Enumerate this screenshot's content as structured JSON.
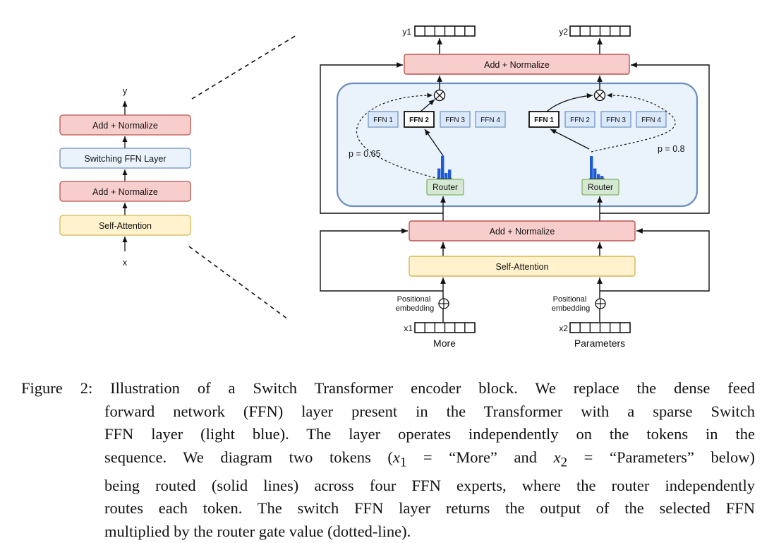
{
  "left_stack": {
    "output_label": "y",
    "input_label": "x",
    "blocks": [
      "Add + Normalize",
      "Switching FFN Layer",
      "Add + Normalize",
      "Self-Attention"
    ]
  },
  "right": {
    "top_add_norm": "Add + Normalize",
    "mid_add_norm": "Add + Normalize",
    "self_attention": "Self-Attention",
    "outputs": [
      "y1",
      "y2"
    ],
    "inputs": [
      "x1",
      "x2"
    ],
    "input_words": [
      "More",
      "Parameters"
    ],
    "positional_embedding": [
      "Positional",
      "embedding"
    ],
    "router_label": "Router",
    "token1": {
      "experts": [
        "FFN 1",
        "FFN 2",
        "FFN 3",
        "FFN 4"
      ],
      "selected": 1,
      "prob": "p = 0.65",
      "hist": [
        0.45,
        1.0,
        0.25,
        0.4
      ]
    },
    "token2": {
      "experts": [
        "FFN 1",
        "FFN 2",
        "FFN 3",
        "FFN 4"
      ],
      "selected": 0,
      "prob": "p = 0.8",
      "hist": [
        1.0,
        0.45,
        0.2,
        0.12
      ]
    }
  },
  "colors": {
    "red_fill": "#f8cecc",
    "red_stroke": "#b85450",
    "yellow_fill": "#fff2cc",
    "yellow_stroke": "#d6b656",
    "blue_fill": "#eaf3fc",
    "blue_stroke": "#6c8ebf",
    "green_fill": "#d5e8d4",
    "green_stroke": "#82b366",
    "bar": "#1f5bd6"
  },
  "caption": {
    "label": "Figure 2:",
    "line1_rest": "Illustration of a Switch Transformer encoder block. We replace the dense feed",
    "line2": "forward network (FFN) layer present in the Transformer with a sparse Switch",
    "line3": "FFN layer (light blue). The layer operates independently on the tokens in the",
    "line4_a": "sequence. We diagram two tokens (",
    "line4_x1": "x",
    "line4_sub1": "1",
    "line4_b": " = “More” and ",
    "line4_x2": "x",
    "line4_sub2": "2",
    "line4_c": " = “Parameters” below)",
    "line5": "being routed (solid lines) across four FFN experts, where the router independently",
    "line6": "routes each token. The switch FFN layer returns the output of the selected FFN",
    "line7": "multiplied by the router gate value (dotted-line)."
  }
}
